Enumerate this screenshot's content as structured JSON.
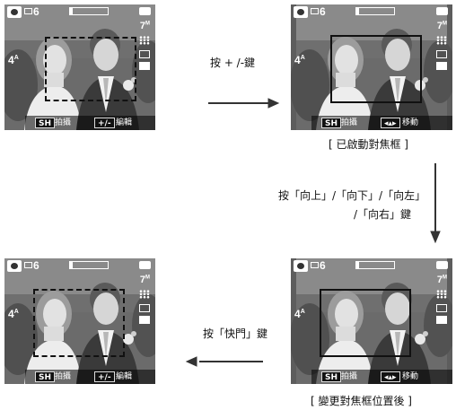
{
  "panels": {
    "top_left": {
      "shots": "6",
      "resolution": "7",
      "resolution_sup": "M",
      "flash": "4",
      "flash_sup": "A",
      "key1": "SH",
      "key1_label": "拍攝",
      "key2": "+/-",
      "key2_label": "編輯"
    },
    "top_right": {
      "shots": "6",
      "resolution": "7",
      "resolution_sup": "M",
      "flash": "4",
      "flash_sup": "A",
      "key1": "SH",
      "key1_label": "拍攝",
      "key2": "◂▴▸",
      "key2_label": "移動"
    },
    "bottom_left": {
      "shots": "6",
      "resolution": "7",
      "resolution_sup": "M",
      "flash": "4",
      "flash_sup": "A",
      "key1": "SH",
      "key1_label": "拍攝",
      "key2": "+/-",
      "key2_label": "編輯"
    },
    "bottom_right": {
      "shots": "6",
      "resolution": "7",
      "resolution_sup": "M",
      "flash": "4",
      "flash_sup": "A",
      "key1": "SH",
      "key1_label": "拍攝",
      "key2": "◂▴▸",
      "key2_label": "移動"
    }
  },
  "labels": {
    "press_plus_minus": "按 + /-鍵",
    "focus_frame_activated": "[  已啟動對焦框  ]",
    "press_directions_line1": "按「向上」/「向下」/「向左」",
    "press_directions_line2": "/「向右」鍵",
    "press_shutter": "按「快門」鍵",
    "after_change_position": "[  變更對焦框位置後  ]"
  }
}
